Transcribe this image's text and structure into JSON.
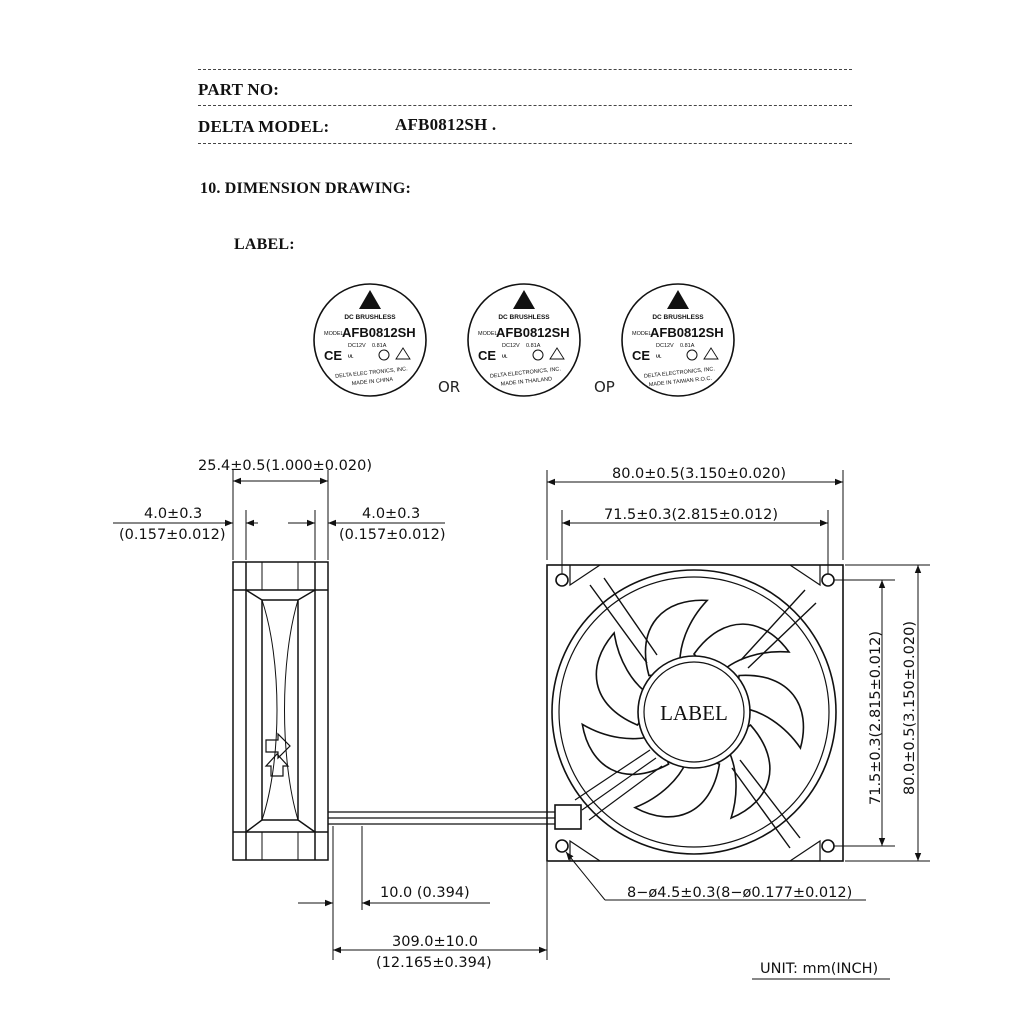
{
  "header": {
    "part_no_label": "PART NO:",
    "delta_model_label": "DELTA MODEL:",
    "delta_model_value": "AFB0812SH  ."
  },
  "section": {
    "title": "10. DIMENSION DRAWING:",
    "label_heading": "LABEL:"
  },
  "labels": {
    "items": [
      {
        "line1": "DC BRUSHLESS",
        "model_tag": "MODEL",
        "model": "AFB0812SH",
        "rating_v": "DC12V",
        "rating_a": "0.81A",
        "maker": "DELTA ELEC TRONICS, INC.",
        "origin": "MADE IN CHINA"
      },
      {
        "line1": "DC BRUSHLESS",
        "model_tag": "MODEL",
        "model": "AFB0812SH",
        "rating_v": "DC12V",
        "rating_a": "0.81A",
        "maker": "DELTA ELECTRONICS, INC.",
        "origin": "MADE IN THAILAND"
      },
      {
        "line1": "DC BRUSHLESS",
        "model_tag": "MODEL",
        "model": "AFB0812SH",
        "rating_v": "DC12V",
        "rating_a": "0.81A",
        "maker": "DELTA ELECTRONICS, INC.",
        "origin": "MADE IN TAIWAN R.O.C."
      }
    ],
    "separator_1": "OR",
    "separator_2": "OP"
  },
  "dimensions": {
    "side_width": "25.4±0.5(1.000±0.020)",
    "flange_left_mm": "4.0±0.3",
    "flange_left_in": "(0.157±0.012)",
    "flange_right_mm": "4.0±0.3",
    "flange_right_in": "(0.157±0.012)",
    "overall_width": "80.0±0.5(3.150±0.020)",
    "hole_pitch_h": "71.5±0.3(2.815±0.012)",
    "hole_pitch_v": "71.5±0.3(2.815±0.012)",
    "overall_height": "80.0±0.5(3.150±0.020)",
    "strip_length": "10.0  (0.394)",
    "lead_length_mm": "309.0±10.0",
    "lead_length_in": "(12.165±0.394)",
    "holes": "8−ø4.5±0.3(8−ø0.177±0.012)",
    "unit": "UNIT:  mm(INCH)"
  },
  "fan_front": {
    "center_label": "LABEL"
  }
}
